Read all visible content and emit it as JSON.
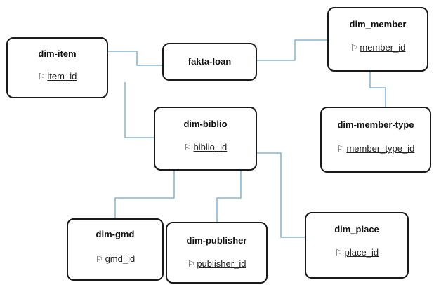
{
  "colors": {
    "connector": "#6fa8d0",
    "border": "#1a1a1a"
  },
  "nodes": {
    "dim_item": {
      "title": "dim-item",
      "key": "item_id",
      "key_icon": "flag-icon",
      "primary_key": true
    },
    "fakta_loan": {
      "title": "fakta-loan"
    },
    "dim_member": {
      "title": "dim_member",
      "key": "member_id",
      "key_icon": "flag-icon",
      "primary_key": true
    },
    "dim_member_type": {
      "title": "dim-member-type",
      "key": "member_type_id",
      "key_icon": "flag-icon",
      "primary_key": true
    },
    "dim_biblio": {
      "title": "dim-biblio",
      "key": "biblio_id",
      "key_icon": "flag-icon",
      "primary_key": true
    },
    "dim_gmd": {
      "title": "dim-gmd",
      "key": "gmd_id",
      "key_icon": "flag-icon",
      "primary_key": false
    },
    "dim_publisher": {
      "title": "dim-publisher",
      "key": "publisher_id",
      "key_icon": "flag-icon",
      "primary_key": true
    },
    "dim_place": {
      "title": "dim_place",
      "key": "place_id",
      "key_icon": "flag-icon",
      "primary_key": true
    }
  },
  "edges": [
    {
      "from": "dim_item",
      "to": "fakta_loan"
    },
    {
      "from": "fakta_loan",
      "to": "dim_member"
    },
    {
      "from": "dim_member",
      "to": "dim_member_type"
    },
    {
      "from": "dim_item",
      "to": "dim_biblio"
    },
    {
      "from": "dim_biblio",
      "to": "dim_gmd"
    },
    {
      "from": "dim_biblio",
      "to": "dim_publisher"
    },
    {
      "from": "dim_biblio",
      "to": "dim_place"
    }
  ]
}
